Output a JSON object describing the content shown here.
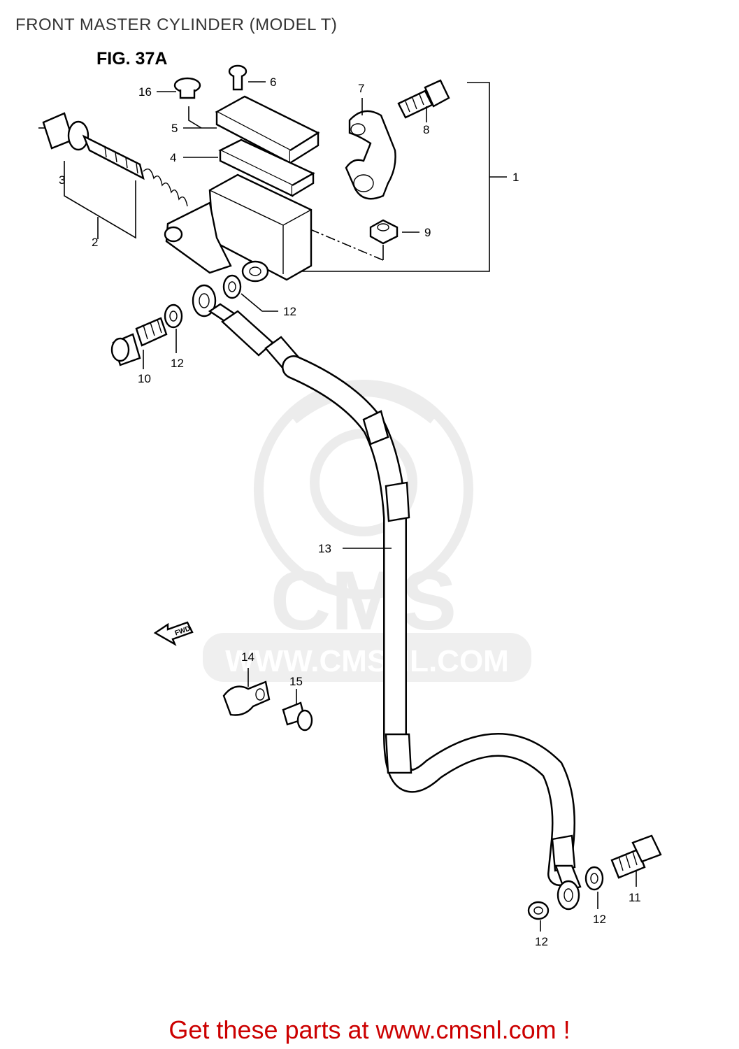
{
  "page_title": "FRONT MASTER CYLINDER (MODEL T)",
  "figure_label": "FIG. 37A",
  "fwd_label": "FWD",
  "watermark": {
    "logo_text": "CMS",
    "url_text": "WWW.CMSNL.COM"
  },
  "footer_text": "Get these parts at www.cmsnl.com !",
  "callouts": [
    {
      "id": "1",
      "text": "1"
    },
    {
      "id": "2",
      "text": "2"
    },
    {
      "id": "3",
      "text": "3"
    },
    {
      "id": "4",
      "text": "4"
    },
    {
      "id": "5",
      "text": "5"
    },
    {
      "id": "6",
      "text": "6"
    },
    {
      "id": "7",
      "text": "7"
    },
    {
      "id": "8",
      "text": "8"
    },
    {
      "id": "9",
      "text": "9"
    },
    {
      "id": "10",
      "text": "10"
    },
    {
      "id": "11",
      "text": "11"
    },
    {
      "id": "12a",
      "text": "12"
    },
    {
      "id": "12b",
      "text": "12"
    },
    {
      "id": "12c",
      "text": "12"
    },
    {
      "id": "12d",
      "text": "12"
    },
    {
      "id": "13",
      "text": "13"
    },
    {
      "id": "14",
      "text": "14"
    },
    {
      "id": "15",
      "text": "15"
    },
    {
      "id": "16",
      "text": "16"
    }
  ],
  "colors": {
    "footer": "#cc0000",
    "title": "#333333",
    "watermark": "#ececec"
  }
}
